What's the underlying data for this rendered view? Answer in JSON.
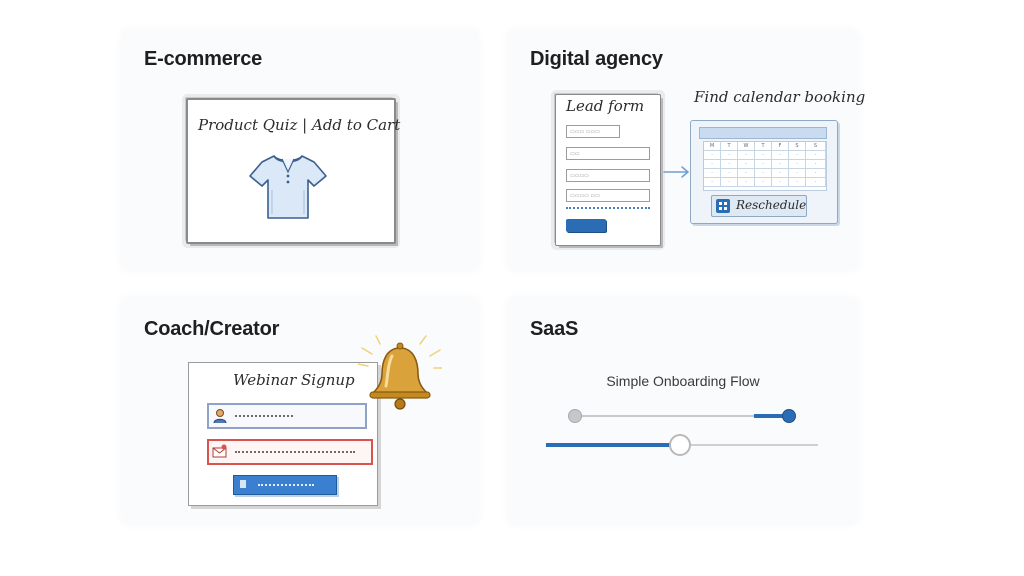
{
  "cards": {
    "ecommerce": {
      "title": "E-commerce",
      "sketch_label": "Product Quiz | Add to Cart",
      "icon": "tshirt-icon"
    },
    "agency": {
      "title": "Digital agency",
      "lead_form_label": "Lead form",
      "calendar_label": "Find calendar booking",
      "reschedule_label": "Reschedule",
      "arrow_icon": "arrow-right-icon",
      "calendar_icon": "calendar-icon"
    },
    "coach": {
      "title": "Coach/Creator",
      "sketch_label": "Webinar Signup",
      "bell_icon": "bell-icon"
    },
    "saas": {
      "title": "SaaS",
      "flow_label": "Simple Onboarding Flow",
      "slider_top_level": 0.88,
      "slider_bottom_level": 0.49,
      "accent": "#2a6db5"
    }
  },
  "colors": {
    "accent_blue": "#2a6db5",
    "error_red": "#d9534f",
    "bell_gold": "#d9a23a"
  }
}
